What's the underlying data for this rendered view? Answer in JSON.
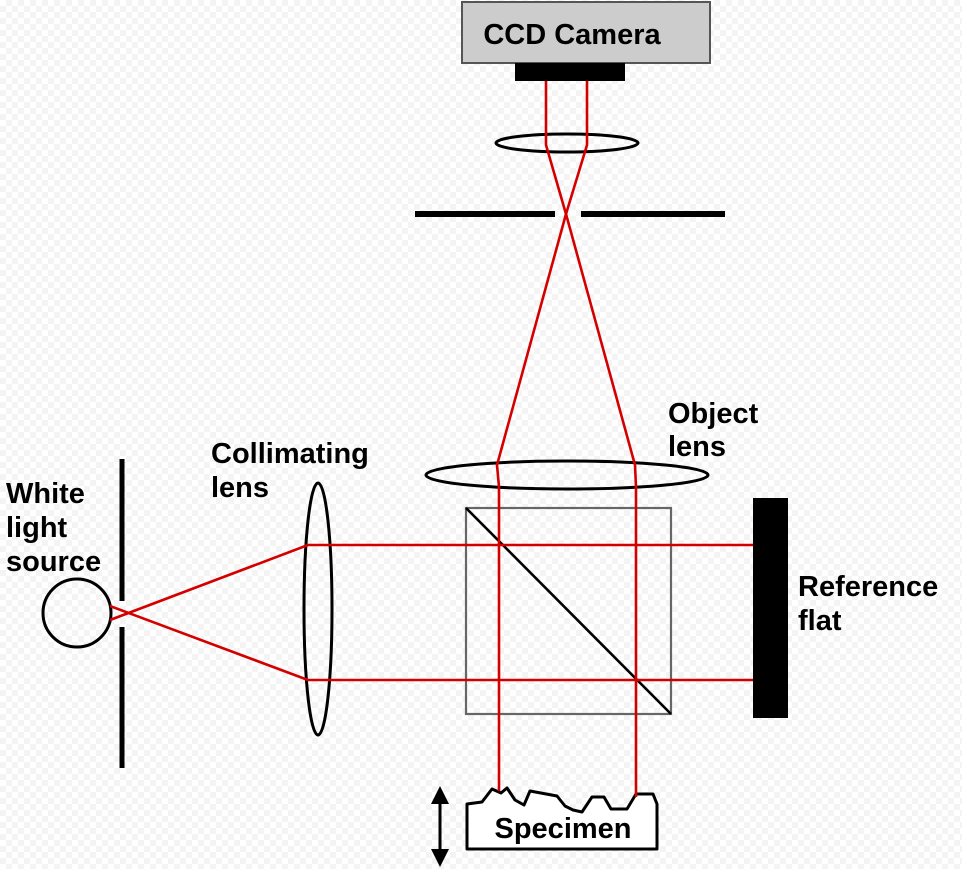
{
  "diagram": {
    "title": "White-light interferometer (Michelson-type) optical setup",
    "colors": {
      "ray": "#d40000",
      "outline": "#000000",
      "camera_fill": "#cccccc",
      "beamsplitter_outline": "#666666"
    },
    "labels": {
      "camera": "CCD Camera",
      "object_lens": [
        "Object",
        "lens"
      ],
      "collimating_lens": [
        "Collimating",
        "lens"
      ],
      "light_source": [
        "White",
        "light",
        "source"
      ],
      "reference_flat": [
        "Reference",
        "flat"
      ],
      "specimen": "Specimen"
    },
    "components": [
      "ccd-camera",
      "camera-lens",
      "aperture-stop",
      "object-lens",
      "beam-splitter-cube",
      "reference-flat",
      "specimen",
      "specimen-translation-arrow",
      "collimating-lens",
      "pinhole-screen",
      "white-light-source"
    ]
  }
}
